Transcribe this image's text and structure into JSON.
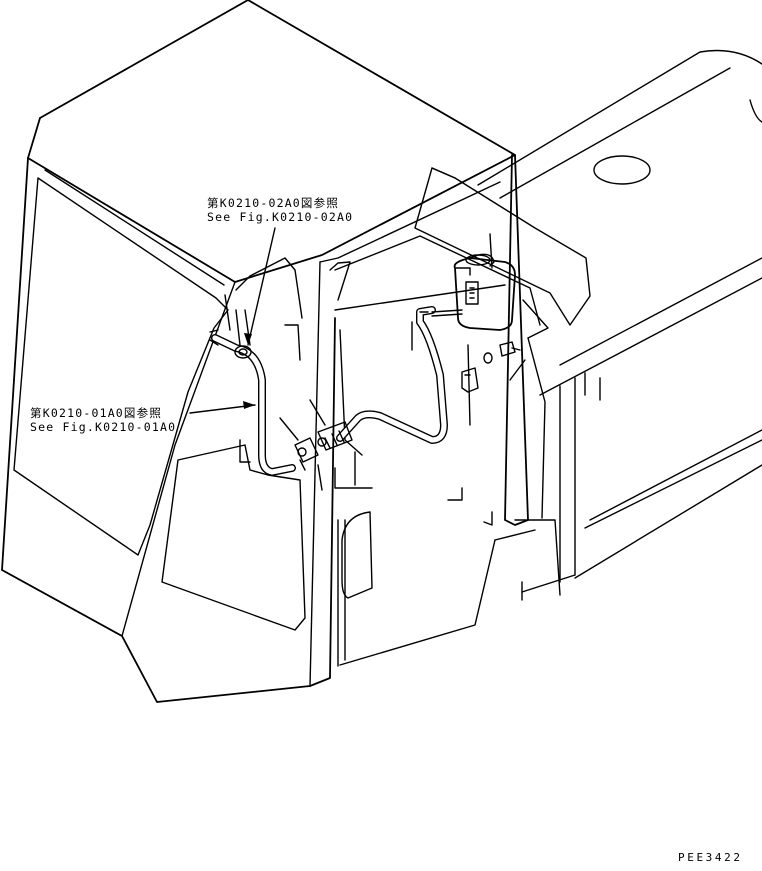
{
  "callouts": [
    {
      "jp": "第K0210-02A0図参照",
      "en": "See Fig.K0210-02A0"
    },
    {
      "jp": "第K0210-01A0図参照",
      "en": "See Fig.K0210-01A0"
    }
  ],
  "drawing_number": "PEE3422"
}
